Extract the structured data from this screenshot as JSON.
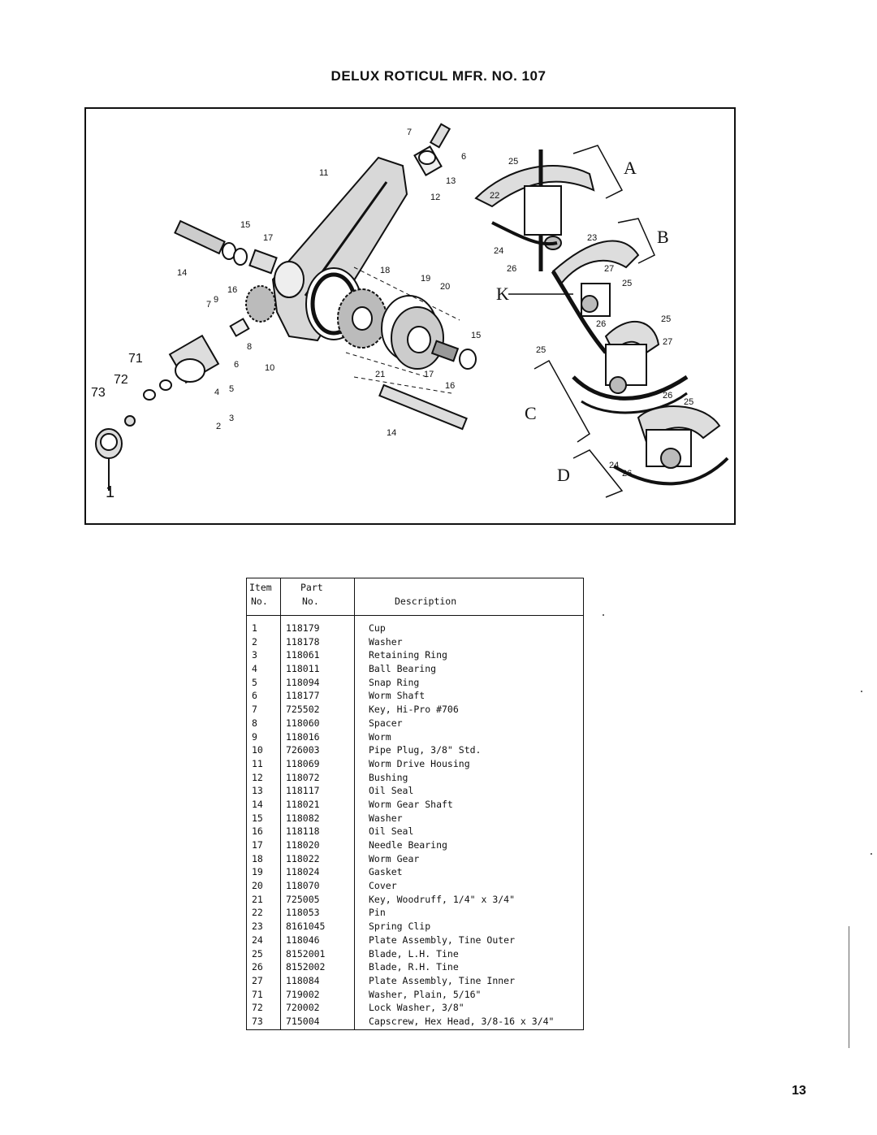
{
  "title": "DELUX ROTICUL MFR. NO. 107",
  "figure": {
    "section_labels": [
      "A",
      "B",
      "C",
      "D",
      "K"
    ],
    "callouts": [
      "1",
      "2",
      "3",
      "4",
      "5",
      "6",
      "7",
      "8",
      "9",
      "10",
      "11",
      "12",
      "13",
      "14",
      "15",
      "16",
      "17",
      "18",
      "19",
      "20",
      "21",
      "22",
      "23",
      "24",
      "25",
      "26",
      "27",
      "71",
      "72",
      "73"
    ]
  },
  "table": {
    "headers": {
      "item_1": "Item",
      "item_2": "No.",
      "part_1": "Part",
      "part_2": "No.",
      "description": "Description"
    },
    "rows": [
      {
        "item": "1",
        "part": "118179",
        "desc": "Cup"
      },
      {
        "item": "2",
        "part": "118178",
        "desc": "Washer"
      },
      {
        "item": "3",
        "part": "118061",
        "desc": "Retaining Ring"
      },
      {
        "item": "4",
        "part": "118011",
        "desc": "Ball Bearing"
      },
      {
        "item": "5",
        "part": "118094",
        "desc": "Snap Ring"
      },
      {
        "item": "6",
        "part": "118177",
        "desc": "Worm Shaft"
      },
      {
        "item": "7",
        "part": "725502",
        "desc": "Key, Hi-Pro #706"
      },
      {
        "item": "8",
        "part": "118060",
        "desc": "Spacer"
      },
      {
        "item": "9",
        "part": "118016",
        "desc": "Worm"
      },
      {
        "item": "10",
        "part": "726003",
        "desc": "Pipe Plug, 3/8\" Std."
      },
      {
        "item": "11",
        "part": "118069",
        "desc": "Worm Drive Housing"
      },
      {
        "item": "12",
        "part": "118072",
        "desc": "Bushing"
      },
      {
        "item": "13",
        "part": "118117",
        "desc": "Oil Seal"
      },
      {
        "item": "14",
        "part": "118021",
        "desc": "Worm Gear Shaft"
      },
      {
        "item": "15",
        "part": "118082",
        "desc": "Washer"
      },
      {
        "item": "16",
        "part": "118118",
        "desc": "Oil Seal"
      },
      {
        "item": "17",
        "part": "118020",
        "desc": "Needle Bearing"
      },
      {
        "item": "18",
        "part": "118022",
        "desc": "Worm Gear"
      },
      {
        "item": "19",
        "part": "118024",
        "desc": "Gasket"
      },
      {
        "item": "20",
        "part": "118070",
        "desc": "Cover"
      },
      {
        "item": "21",
        "part": "725005",
        "desc": "Key, Woodruff, 1/4\" x 3/4\""
      },
      {
        "item": "22",
        "part": "118053",
        "desc": "Pin"
      },
      {
        "item": "23",
        "part": "8161045",
        "desc": "Spring Clip"
      },
      {
        "item": "24",
        "part": "118046",
        "desc": "Plate Assembly, Tine Outer"
      },
      {
        "item": "25",
        "part": "8152001",
        "desc": "Blade, L.H. Tine"
      },
      {
        "item": "26",
        "part": "8152002",
        "desc": "Blade, R.H. Tine"
      },
      {
        "item": "27",
        "part": "118084",
        "desc": "Plate Assembly, Tine Inner"
      },
      {
        "item": "71",
        "part": "719002",
        "desc": "Washer, Plain, 5/16\""
      },
      {
        "item": "72",
        "part": "720002",
        "desc": "Lock Washer, 3/8\""
      },
      {
        "item": "73",
        "part": "715004",
        "desc": "Capscrew, Hex Head, 3/8-16 x 3/4\""
      }
    ]
  },
  "page_number": "13"
}
